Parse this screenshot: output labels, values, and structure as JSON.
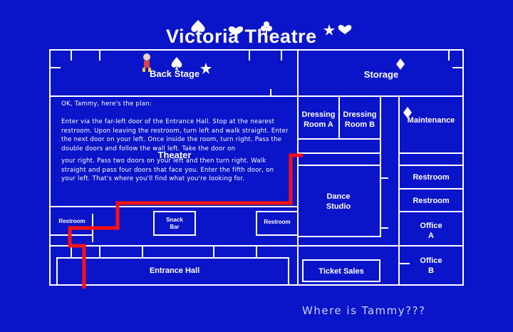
{
  "title": "Victoria Theatre",
  "rooms": {
    "back_stage": "Back Stage",
    "storage": "Storage",
    "dressing_a": "Dressing\nRoom A",
    "dressing_b": "Dressing\nRoom B",
    "maintenance": "Maintenance",
    "theater": "Theater",
    "restroom_right_1": "Restroom",
    "restroom_right_2": "Restroom",
    "dance_studio": "Dance\nStudio",
    "office_a": "Office\nA",
    "office_b": "Office\nB",
    "restroom_left": "Restroom",
    "snack_bar": "Snack\nBar",
    "restroom_mid": "Restroom",
    "entrance_hall": "Entrance Hall",
    "ticket_sales": "Ticket Sales"
  },
  "plan_text": {
    "part1": "OK, Tammy, here's the plan:\n\nEnter via the far-left door of the Entrance Hall.  Stop at the nearest restroom. Upon leaving the restroom, turn left and walk straight. Enter the next door on your left. Once inside  the  room, turn right. Pass the double doors and  follow  the wall left.  Take  the  door  on",
    "part2": "your right. Pass two doors on your left and  then  turn right. Walk straight and pass  four doors that face you.  Enter the fifth door, on your left. That's where you'll find  what you're  looking  for."
  },
  "caption": "Where is Tammy???",
  "colors": {
    "background": "#0a14c8",
    "walls": "#ffffff",
    "path": "#ff1010"
  },
  "icons": [
    "spade-icon",
    "heart-icon",
    "club-icon",
    "star-icon",
    "diamond-icon",
    "cartoon-character-icon"
  ]
}
